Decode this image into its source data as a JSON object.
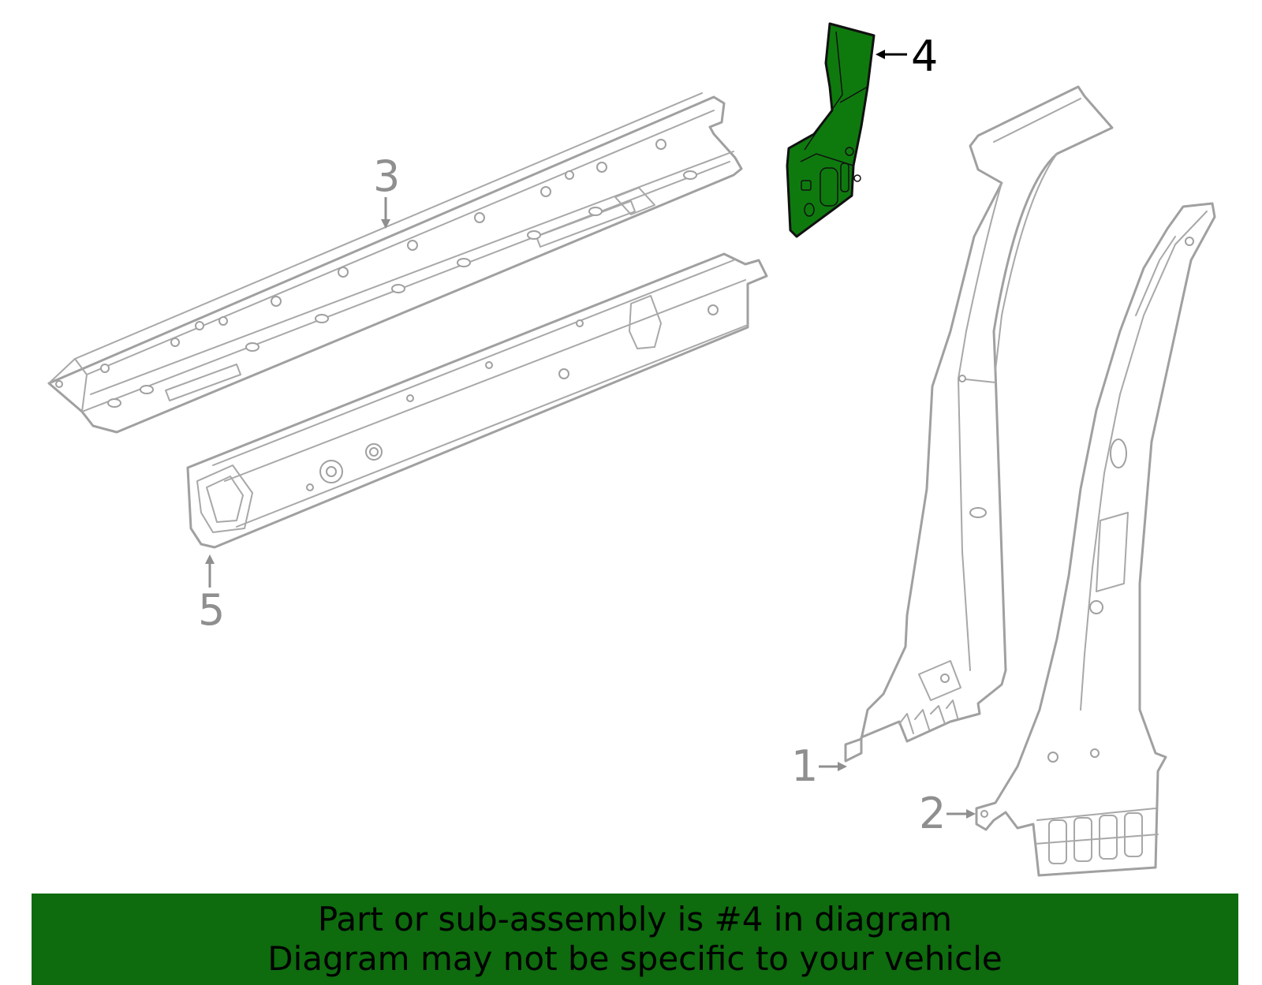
{
  "diagram": {
    "callouts": [
      {
        "id": "1",
        "label": "1",
        "highlighted": false
      },
      {
        "id": "2",
        "label": "2",
        "highlighted": false
      },
      {
        "id": "3",
        "label": "3",
        "highlighted": false
      },
      {
        "id": "4",
        "label": "4",
        "highlighted": true
      },
      {
        "id": "5",
        "label": "5",
        "highlighted": false
      }
    ],
    "colors": {
      "highlight_fill": "#0e7a0e",
      "part_outline": "#a0a0a0",
      "banner_background": "#0e6b0e",
      "banner_text": "#000000"
    }
  },
  "banner": {
    "line1": "Part or sub-assembly is #4 in diagram",
    "line2": "Diagram may not be specific to your vehicle"
  }
}
